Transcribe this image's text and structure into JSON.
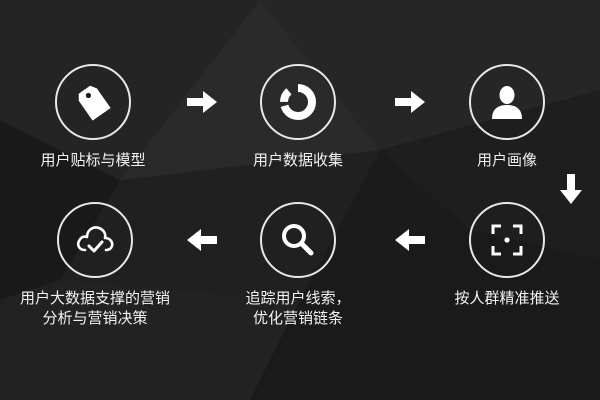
{
  "steps": [
    {
      "icon": "tag-icon",
      "label": "用户贴标与模型"
    },
    {
      "icon": "donut-chart-icon",
      "label": "用户数据收集"
    },
    {
      "icon": "user-icon",
      "label": "用户画像"
    },
    {
      "icon": "focus-target-icon",
      "label": "按人群精准推送"
    },
    {
      "icon": "search-icon",
      "label_lines": [
        "追踪用户线索，",
        "优化营销链条"
      ]
    },
    {
      "icon": "cloud-check-icon",
      "label_lines": [
        "用户大数据支撑的营销",
        "分析与营销决策"
      ]
    }
  ],
  "colors": {
    "background": "#1c1c1c",
    "foreground": "#ffffff"
  }
}
